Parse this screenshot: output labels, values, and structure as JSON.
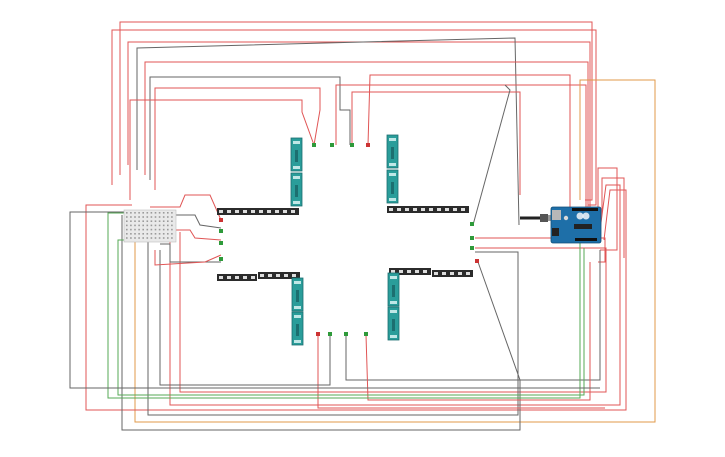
{
  "colors": {
    "red": "#e05555",
    "grey": "#666666",
    "green": "#55aa55",
    "orange": "#e09a4a",
    "module_fill": "#2a9d9a",
    "module_dark": "#1c6f70",
    "strip_fill": "#2b2b2b",
    "led": "#dddddd",
    "arduino": "#1e6fa8"
  },
  "components": {
    "arduino": {
      "name": "Arduino Uno"
    },
    "breadboard": {
      "name": "breadboard"
    },
    "led_strips": [
      "strip-1",
      "strip-2",
      "strip-3",
      "strip-4",
      "strip-5",
      "strip-6"
    ],
    "display_modules": [
      "module-1",
      "module-2",
      "module-3",
      "module-4",
      "module-5",
      "module-6",
      "module-7",
      "module-8"
    ],
    "pins": [
      "pin-1",
      "pin-2",
      "pin-3",
      "pin-4",
      "pin-5",
      "pin-6",
      "pin-7",
      "pin-8",
      "pin-9",
      "pin-10",
      "pin-11",
      "pin-12",
      "pin-13",
      "pin-14",
      "pin-15",
      "pin-16"
    ]
  }
}
